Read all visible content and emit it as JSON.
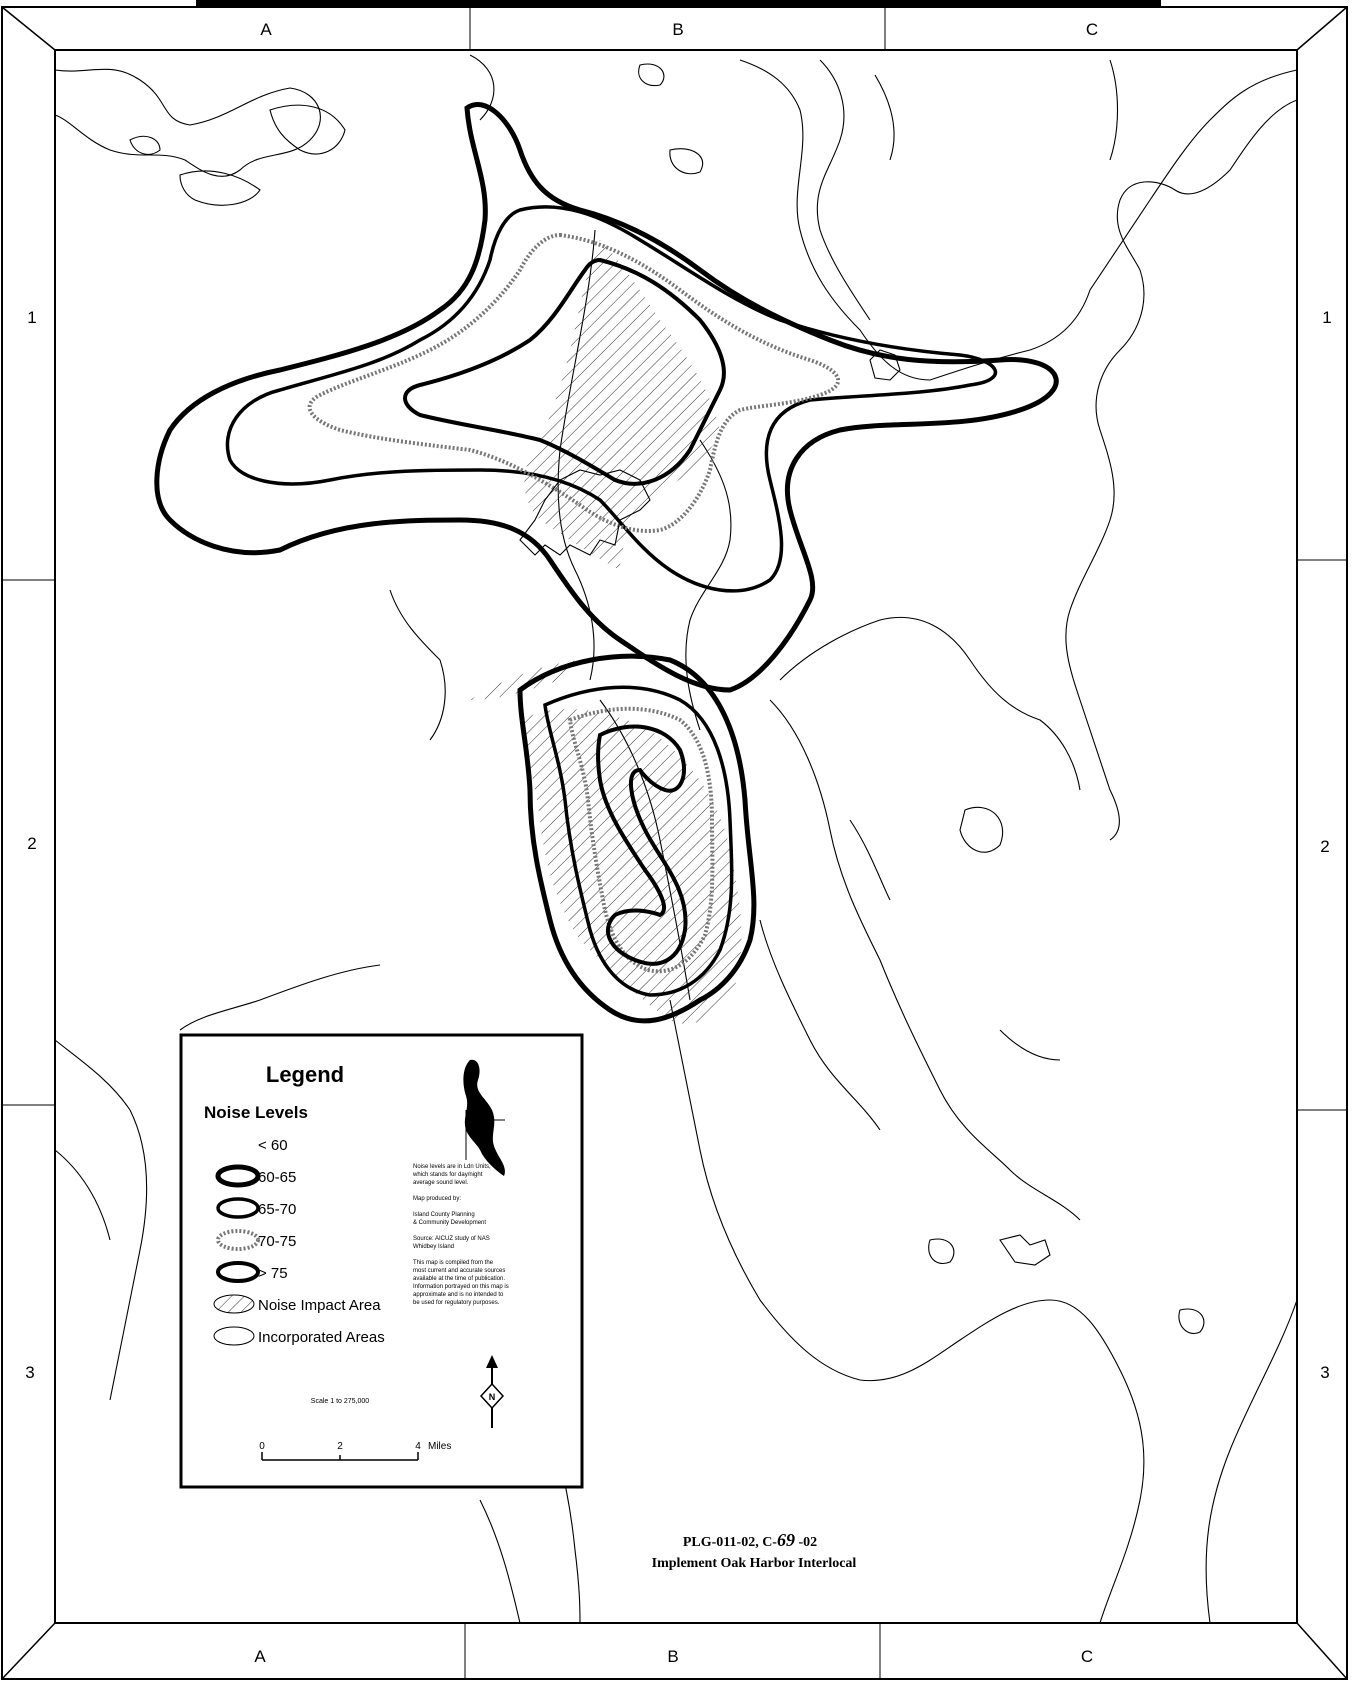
{
  "grid": {
    "columns": [
      "A",
      "B",
      "C"
    ],
    "rows": [
      "1",
      "2",
      "3"
    ]
  },
  "legend": {
    "title": "Legend",
    "subtitle": "Noise Levels",
    "items": [
      {
        "label": "< 60",
        "symbol": "none"
      },
      {
        "label": "60-65",
        "symbol": "thick-black-ellipse"
      },
      {
        "label": "65-70",
        "symbol": "black-ellipse"
      },
      {
        "label": "70-75",
        "symbol": "gray-dotted-ellipse"
      },
      {
        "label": "> 75",
        "symbol": "black-ellipse"
      },
      {
        "label": "Noise Impact Area",
        "symbol": "hatched-ellipse"
      },
      {
        "label": "Incorporated Areas",
        "symbol": "thin-ellipse"
      }
    ],
    "notes": [
      "Noise levels are in Ldn Units,",
      "which stands for day/night",
      "average sound level.",
      "",
      "Map produced by:",
      "",
      "Island County Planning",
      "& Community Development",
      "",
      "Source: AICUZ study of NAS",
      "Whidbey Island",
      "",
      "This map is compiled from the",
      "most current and accurate sources",
      "available at the time of publication.",
      "Information portrayed on this map is",
      "approximate and is no intended to",
      "be used for regulatory purposes."
    ],
    "scale_text": "Scale 1 to 275,000",
    "scale_ticks": [
      "0",
      "2",
      "4"
    ],
    "scale_unit": "Miles",
    "north_label": "N"
  },
  "caption": {
    "line1_prefix": "PLG-011-02, C-",
    "line1_hand": "69",
    "line1_suffix": " -02",
    "line2": "Implement Oak Harbor Interlocal"
  }
}
